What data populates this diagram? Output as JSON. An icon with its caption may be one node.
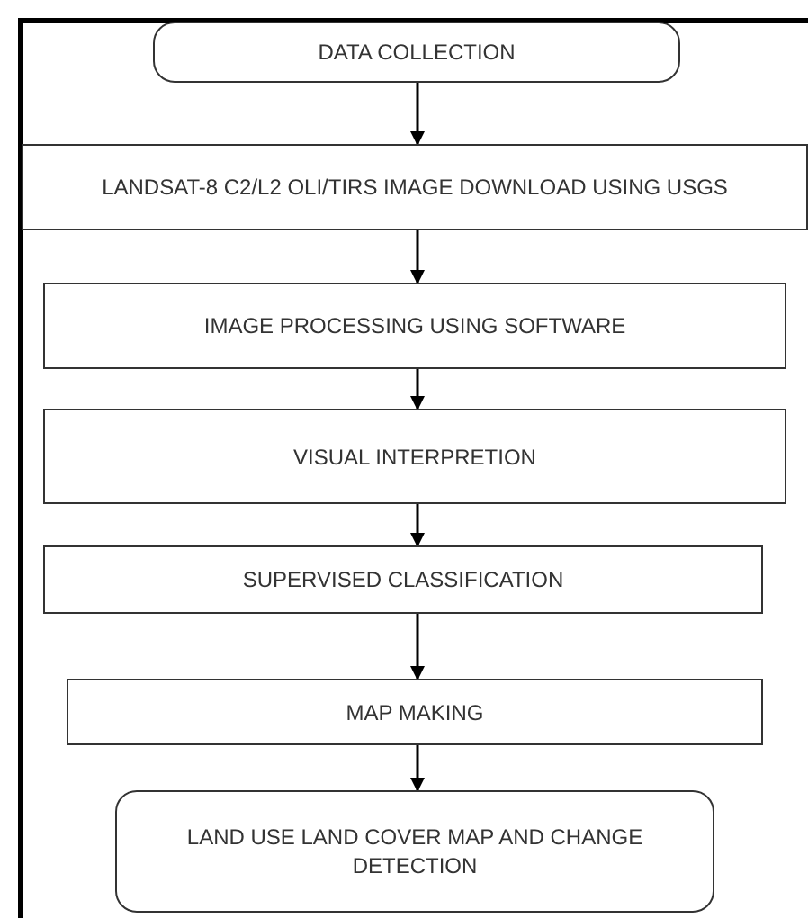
{
  "diagram": {
    "nodes": [
      {
        "text": [
          "DATA COLLECTION"
        ]
      },
      {
        "text": [
          "LANDSAT-8 C2/L2 OLI/TIRS IMAGE DOWNLOAD USING USGS"
        ]
      },
      {
        "text": [
          "IMAGE PROCESSING USING SOFTWARE"
        ]
      },
      {
        "text": [
          "VISUAL INTERPRETION"
        ]
      },
      {
        "text": [
          "SUPERVISED CLASSIFICATION"
        ]
      },
      {
        "text": [
          "MAP MAKING"
        ]
      },
      {
        "text": [
          "LAND USE LAND COVER MAP AND CHANGE DETECTION"
        ]
      }
    ],
    "edges": [
      {
        "from": 0,
        "to": 1,
        "arrow": "to"
      },
      {
        "from": 1,
        "to": 2,
        "arrow": "to"
      },
      {
        "from": 2,
        "to": 3,
        "arrow": "to"
      },
      {
        "from": 3,
        "to": 4,
        "arrow": "to"
      },
      {
        "from": 4,
        "to": 5,
        "arrow": "to"
      },
      {
        "from": 5,
        "to": 6,
        "arrow": "to"
      }
    ]
  }
}
